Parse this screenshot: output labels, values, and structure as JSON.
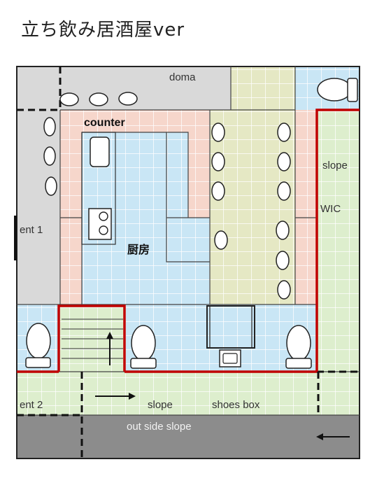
{
  "title": "立ち飲み居酒屋ver",
  "labels": {
    "doma": "doma",
    "counter": "counter",
    "slope_right": "slope",
    "wic": "WIC",
    "ent1": "ent 1",
    "kitchen": "厨房",
    "ent2": "ent 2",
    "slope_bottom": "slope",
    "shoes_box": "shoes box",
    "outside_slope": "out side slope"
  },
  "colors": {
    "grey_area": "#d9d9d9",
    "dark_grey_area": "#8c8c8c",
    "blue_area": "#c9e6f5",
    "green_area": "#ddeecd",
    "olive_area": "#e5e8c4",
    "pink_area": "#f6d6cb",
    "red_wall": "#c00000",
    "outline": "#222222"
  }
}
